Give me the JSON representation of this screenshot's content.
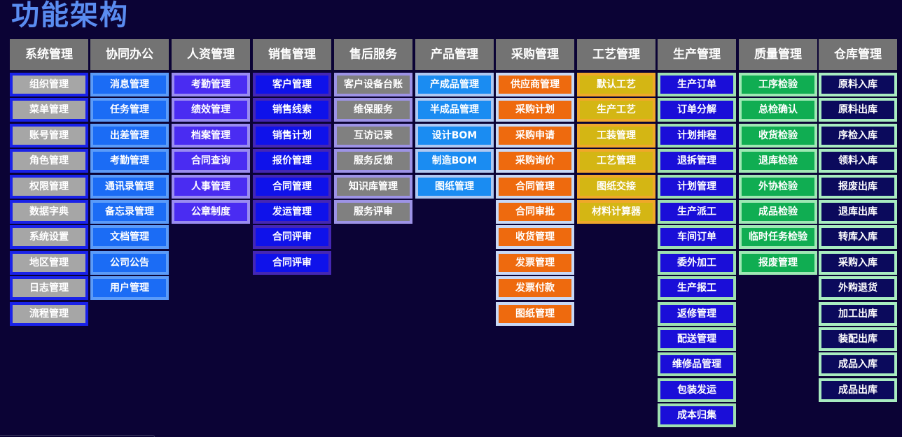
{
  "title": "功能架构",
  "columns": [
    {
      "header": "系统管理",
      "fill": "#a6a6a6",
      "border": "#1a22e8",
      "items": [
        "组织管理",
        "菜单管理",
        "账号管理",
        "角色管理",
        "权限管理",
        "数据字典",
        "系统设置",
        "地区管理",
        "日志管理",
        "流程管理"
      ]
    },
    {
      "header": "协同办公",
      "fill": "#1b6cf5",
      "border": "#5b9bf8",
      "items": [
        "消息管理",
        "任务管理",
        "出差管理",
        "考勤管理",
        "通讯录管理",
        "备忘录管理",
        "文档管理",
        "公司公告",
        "用户管理"
      ]
    },
    {
      "header": "人资管理",
      "fill": "#4a2cf2",
      "border": "#9a8cf0",
      "items": [
        "考勤管理",
        "绩效管理",
        "档案管理",
        "合同查询",
        "人事管理",
        "公章制度"
      ]
    },
    {
      "header": "销售管理",
      "fill": "#0f12ea",
      "border": "#4527b4",
      "items": [
        "客户管理",
        "销售线索",
        "销售计划",
        "报价管理",
        "合同管理",
        "发运管理",
        "合同评审",
        "合同评审"
      ]
    },
    {
      "header": "售后服务",
      "fill": "#808080",
      "border": "#9d93e6",
      "items": [
        "客户设备台账",
        "维保服务",
        "互访记录",
        "服务反馈",
        "知识库管理",
        "服务评审"
      ]
    },
    {
      "header": "产品管理",
      "fill": "#1a8cf2",
      "border": "#b0c8f0",
      "items": [
        "产成品管理",
        "半成品管理",
        "设计BOM",
        "制造BOM",
        "图纸管理"
      ]
    },
    {
      "header": "采购管理",
      "fill": "#ee6a0e",
      "border": "#c8d8f5",
      "items": [
        "供应商管理",
        "采购计划",
        "采购申请",
        "采购询价",
        "合同管理",
        "合同审批",
        "收货管理",
        "发票管理",
        "发票付款",
        "图纸管理"
      ]
    },
    {
      "header": "工艺管理",
      "fill": "#d4b614",
      "border": "#efa82a",
      "items": [
        "默认工艺",
        "生产工艺",
        "工装管理",
        "工艺管理",
        "图纸交接",
        "材料计算器"
      ]
    },
    {
      "header": "生产管理",
      "fill": "#1a0ed8",
      "border": "#9ee0b0",
      "items": [
        "生产订单",
        "订单分解",
        "计划排程",
        "退拆管理",
        "计划管理",
        "生产派工",
        "车间订单",
        "委外加工",
        "生产报工",
        "返修管理",
        "配送管理",
        "维修品管理",
        "包装发运",
        "成本归集"
      ]
    },
    {
      "header": "质量管理",
      "fill": "#10ad52",
      "border": "#9fe8b4",
      "items": [
        "工序检验",
        "总检确认",
        "收货检验",
        "退库检验",
        "外协检验",
        "成品检验",
        "临时任务检验",
        "报废管理"
      ]
    },
    {
      "header": "仓库管理",
      "fill": "#0b0a5c",
      "border": "#a8ecc0",
      "items": [
        "原料入库",
        "原料出库",
        "序检入库",
        "领料入库",
        "报废出库",
        "退库出库",
        "转库入库",
        "采购入库",
        "外购退货",
        "加工出库",
        "装配出库",
        "成品入库",
        "成品出库"
      ]
    }
  ]
}
